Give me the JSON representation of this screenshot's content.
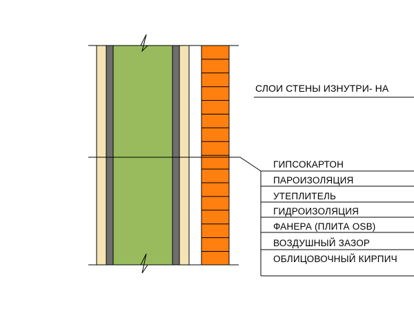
{
  "title": "СЛОИ СТЕНЫ ИЗНУТРИ- НА",
  "layers": [
    {
      "label": "ГИПСОКАРТОН",
      "color": "#f5e3b3"
    },
    {
      "label": "ПАРОИЗОЛЯЦИЯ",
      "color": "#6e6e6e"
    },
    {
      "label": "УТЕПЛИТЕЛЬ",
      "color": "#99bb5e"
    },
    {
      "label": "ГИДРОИЗОЛЯЦИЯ",
      "color": "#6e6e6e"
    },
    {
      "label": "ФАНЕРА (ПЛИТА OSB)",
      "color": "#f5e3b3"
    },
    {
      "label": "ВОЗДУШНЫЙ ЗАЗОР",
      "color": "#ffffff"
    },
    {
      "label": "ОБЛИЦОВОЧНЫЙ КИРПИЧ",
      "color": "#ff7f0f"
    }
  ]
}
